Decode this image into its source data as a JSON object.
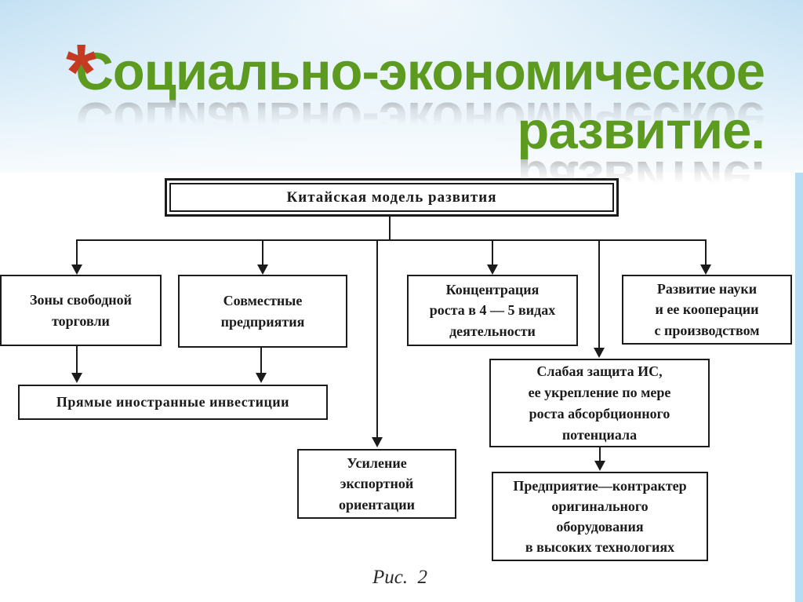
{
  "slide": {
    "bullet": "*",
    "title_line1": "Социально-экономическое",
    "title_line2": "развитие.",
    "colors": {
      "title_green": "#5d9b20",
      "bullet_red": "#c43b22",
      "diagram_black": "#1b1b1b",
      "background_blue": "#aed6ef",
      "right_strip_blue": "#b5dcf2"
    }
  },
  "diagram": {
    "root": {
      "label": "Китайская модель развития"
    },
    "nodes": {
      "free_trade": {
        "label": "Зоны свободной\nторговли"
      },
      "joint": {
        "label": "Совместные\nпредприятия"
      },
      "concentration": {
        "label": "Концентрация\nроста в 4 — 5 видах\nдеятельности"
      },
      "science": {
        "label": "Развитие науки\nи ее кооперации\nс производством"
      },
      "fdi": {
        "label": "Прямые иностранные инвестиции"
      },
      "export": {
        "label": "Усиление\nэкспортной\nориентации"
      },
      "ip": {
        "label": "Слабая защита ИС,\nее укрепление по мере\nроста абсорбционного\nпотенциала"
      },
      "oem": {
        "label": "Предприятие—контрактер\nоригинального\nоборудования\nв высоких технологиях"
      }
    },
    "caption": "Рис.  2"
  }
}
